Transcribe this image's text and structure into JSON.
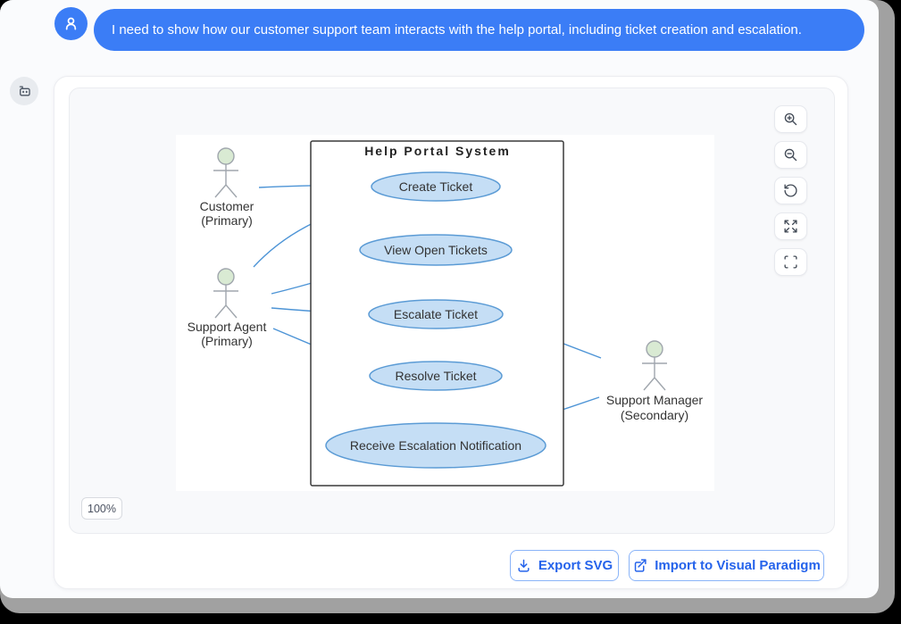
{
  "chat": {
    "user_message": "I need to show how our customer support team interacts with the help portal, including ticket creation and escalation.",
    "user_avatar_icon": "user-icon",
    "assistant_avatar_icon": "robot-icon"
  },
  "canvas": {
    "zoom_level": "100%",
    "toolbar": [
      {
        "icon": "zoom-in-icon"
      },
      {
        "icon": "zoom-out-icon"
      },
      {
        "icon": "reset-view-icon"
      },
      {
        "icon": "expand-icon"
      },
      {
        "icon": "fullscreen-icon"
      }
    ]
  },
  "diagram": {
    "type": "uml-use-case",
    "system_title": "Help Portal System",
    "actors": [
      {
        "name": "Customer",
        "role": "(Primary)"
      },
      {
        "name": "Support Agent",
        "role": "(Primary)"
      },
      {
        "name": "Support Manager",
        "role": "(Secondary)"
      }
    ],
    "use_cases": [
      {
        "label": "Create Ticket"
      },
      {
        "label": "View Open Tickets"
      },
      {
        "label": "Escalate Ticket"
      },
      {
        "label": "Resolve Ticket"
      },
      {
        "label": "Receive Escalation Notification"
      }
    ],
    "associations": [
      {
        "from": "Customer",
        "to": "Create Ticket"
      },
      {
        "from": "Support Agent",
        "to": "Create Ticket"
      },
      {
        "from": "Support Agent",
        "to": "View Open Tickets"
      },
      {
        "from": "Support Agent",
        "to": "Escalate Ticket"
      },
      {
        "from": "Support Agent",
        "to": "Resolve Ticket"
      },
      {
        "from": "Escalate Ticket",
        "to": "Support Manager"
      },
      {
        "from": "Receive Escalation Notification",
        "to": "Support Manager"
      }
    ],
    "colors": {
      "use_case_fill": "#c5def5",
      "use_case_stroke": "#5b9bd5",
      "actor_head_fill": "#d9ead3",
      "actor_stroke": "#a0a6ad",
      "association": "#4d94d6",
      "boundary_stroke": "#3a3a3a"
    }
  },
  "footer": {
    "export_button": "Export SVG",
    "import_button": "Import to Visual Paradigm"
  },
  "colors": {
    "accent_blue": "#3b7df6",
    "button_text_blue": "#2563eb",
    "button_border_blue": "#8ab4f8"
  }
}
